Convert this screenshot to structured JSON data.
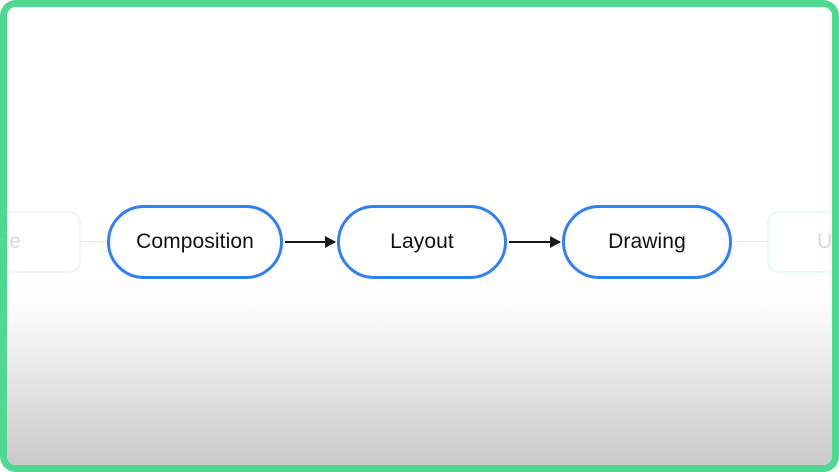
{
  "frame": {
    "border_color": "#4ed890",
    "background": "#ffffff"
  },
  "diagram": {
    "type": "flowchart",
    "orientation": "left-to-right",
    "node_border_color": "#2f7ff5",
    "node_text_color": "#111111",
    "arrow_color": "#1a1a1a",
    "nodes": [
      {
        "id": "composition",
        "label": "Composition",
        "state": "active"
      },
      {
        "id": "layout",
        "label": "Layout",
        "state": "active"
      },
      {
        "id": "drawing",
        "label": "Drawing",
        "state": "active"
      }
    ],
    "ghost_nodes": [
      {
        "id": "state-partial",
        "label": "ate",
        "state": "faded",
        "position": "left-offscreen"
      },
      {
        "id": "ui-partial",
        "label": "UI",
        "state": "faded",
        "position": "right-offscreen"
      }
    ],
    "edges": [
      {
        "from": "composition",
        "to": "layout",
        "style": "solid-arrow"
      },
      {
        "from": "layout",
        "to": "drawing",
        "style": "solid-arrow"
      },
      {
        "from": "state-partial",
        "to": "composition",
        "style": "faint-line"
      },
      {
        "from": "drawing",
        "to": "ui-partial",
        "style": "faint-line"
      }
    ]
  }
}
